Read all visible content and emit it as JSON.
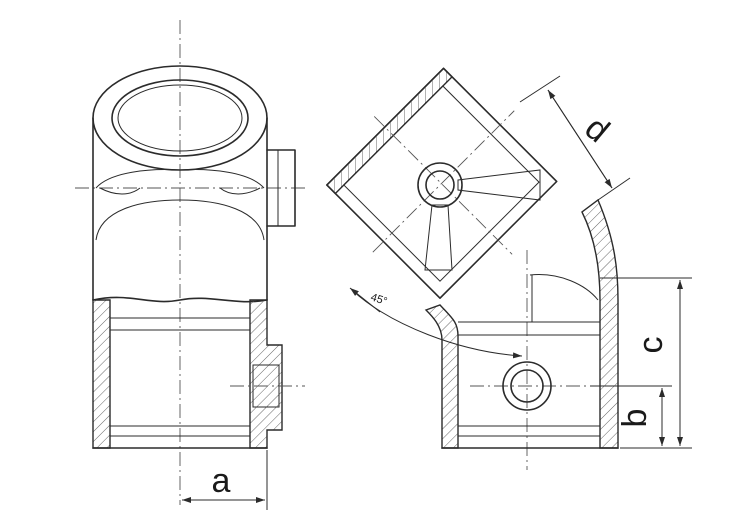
{
  "labels": {
    "a": "a",
    "b": "b",
    "c": "c",
    "d": "d",
    "angle": "45°"
  },
  "colors": {
    "line": "#2b2b2b",
    "background": "#ffffff"
  }
}
